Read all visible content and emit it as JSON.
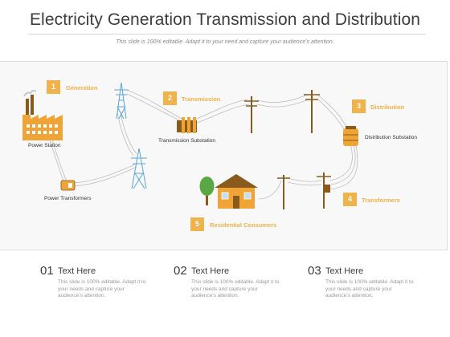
{
  "header": {
    "title": "Electricity Generation Transmission and Distribution",
    "subtitle": "This slide is 100% editable. Adapt it to your need and capture your audience's attention."
  },
  "steps": [
    {
      "number": "1",
      "label": "Generation"
    },
    {
      "number": "2",
      "label": "Transmission"
    },
    {
      "number": "3",
      "label": "Distribution"
    },
    {
      "number": "4",
      "label": "Transformers"
    },
    {
      "number": "5",
      "label": "Residential Consumers"
    }
  ],
  "nodes": {
    "power_station": "Power Station",
    "power_transformers": "Power Transformers",
    "transmission_substation": "Transmission Substation",
    "distribution_substation": "Distribution Substation"
  },
  "footer": [
    {
      "number": "01",
      "heading": "Text Here",
      "body": "This slide is 100% editable. Adapt it to your needs and capture your audience's attention."
    },
    {
      "number": "02",
      "heading": "Text Here",
      "body": "This slide is 100% editable. Adapt it to your needs and capture your audience's attention."
    },
    {
      "number": "03",
      "heading": "Text Here",
      "body": "This slide is 100% editable. Adapt it to your needs and capture your audience's attention."
    }
  ],
  "colors": {
    "accent": "#f0b24a",
    "pole": "#8a5a1c",
    "tower": "#5aa6d6",
    "house": "#f0a436",
    "tree": "#5aa845"
  }
}
